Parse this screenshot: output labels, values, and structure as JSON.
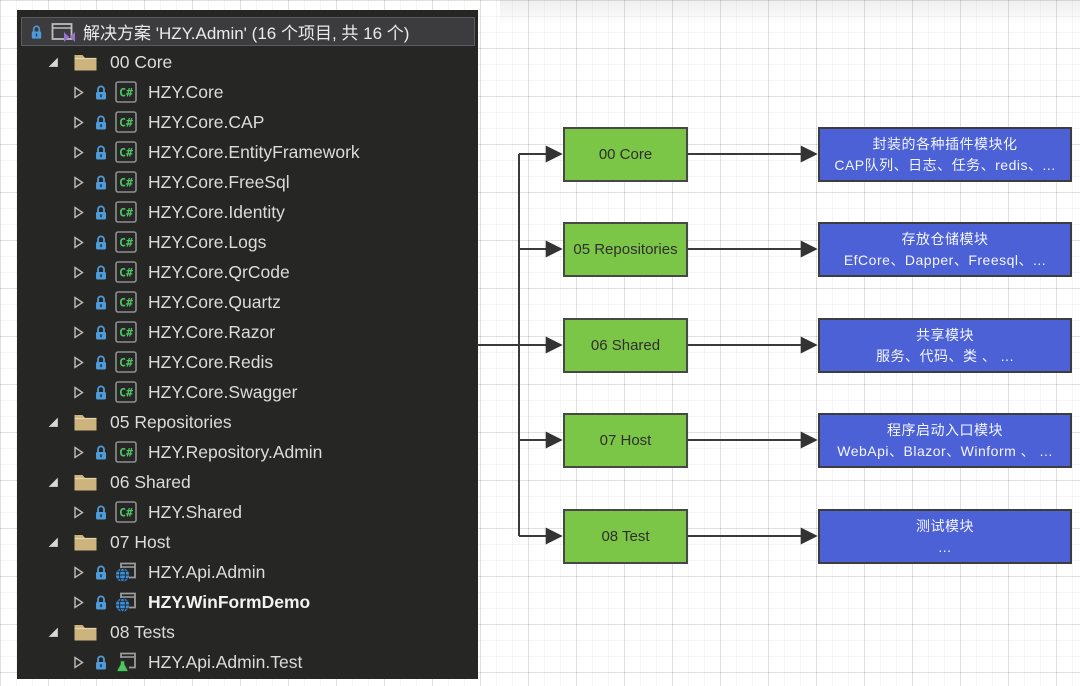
{
  "solution_explorer": {
    "header": {
      "title": "解决方案 'HZY.Admin' (16 个项目, 共 16 个)"
    },
    "items": [
      {
        "label": "00 Core",
        "type": "folder"
      },
      {
        "label": "HZY.Core",
        "type": "csproj"
      },
      {
        "label": "HZY.Core.CAP",
        "type": "csproj"
      },
      {
        "label": "HZY.Core.EntityFramework",
        "type": "csproj"
      },
      {
        "label": "HZY.Core.FreeSql",
        "type": "csproj"
      },
      {
        "label": "HZY.Core.Identity",
        "type": "csproj"
      },
      {
        "label": "HZY.Core.Logs",
        "type": "csproj"
      },
      {
        "label": "HZY.Core.QrCode",
        "type": "csproj"
      },
      {
        "label": "HZY.Core.Quartz",
        "type": "csproj"
      },
      {
        "label": "HZY.Core.Razor",
        "type": "csproj"
      },
      {
        "label": "HZY.Core.Redis",
        "type": "csproj"
      },
      {
        "label": "HZY.Core.Swagger",
        "type": "csproj"
      },
      {
        "label": "05 Repositories",
        "type": "folder"
      },
      {
        "label": "HZY.Repository.Admin",
        "type": "csproj"
      },
      {
        "label": "06 Shared",
        "type": "folder"
      },
      {
        "label": "HZY.Shared",
        "type": "csproj"
      },
      {
        "label": "07 Host",
        "type": "folder"
      },
      {
        "label": "HZY.Api.Admin",
        "type": "web"
      },
      {
        "label": "HZY.WinFormDemo",
        "type": "web",
        "bold": true
      },
      {
        "label": "08 Tests",
        "type": "folder"
      },
      {
        "label": "HZY.Api.Admin.Test",
        "type": "test"
      }
    ]
  },
  "diagram": {
    "nodes": [
      {
        "label": "00 Core",
        "desc1": "封装的各种插件模块化",
        "desc2": "CAP队列、日志、任务、redis、..."
      },
      {
        "label": "05 Repositories",
        "desc1": "存放仓储模块",
        "desc2": "EfCore、Dapper、Freesql、..."
      },
      {
        "label": "06 Shared",
        "desc1": "共享模块",
        "desc2": "服务、代码、类 、 ..."
      },
      {
        "label": "07 Host",
        "desc1": "程序启动入口模块",
        "desc2": "WebApi、Blazor、Winform 、 ..."
      },
      {
        "label": "08 Test",
        "desc1": "测试模块",
        "desc2": "..."
      }
    ],
    "colors": {
      "node_fill": "#7cc647",
      "desc_fill": "#4b61d5",
      "connector": "#3a3a3a",
      "panel_bg": "#262625"
    }
  }
}
